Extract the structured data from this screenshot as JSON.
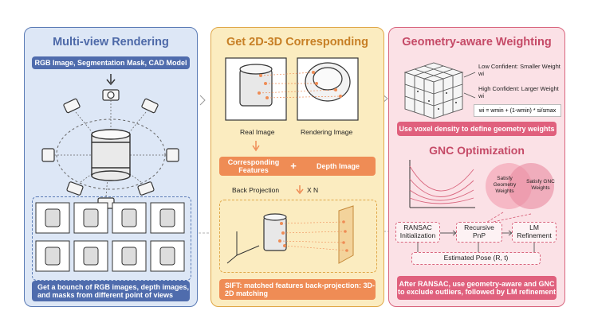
{
  "panel1": {
    "title": "Multi-view Rendering",
    "inputs_label": "RGB Image, Segmentation Mask, CAD Model",
    "footer": "Get a bounch of RGB images, depth images, and masks from different point of views"
  },
  "panel2": {
    "title": "Get 2D-3D Corresponding",
    "real_image": "Real Image",
    "rendering_image": "Rendering Image",
    "corresponding_features": "Corresponding Features",
    "plus": "+",
    "depth_image": "Depth Image",
    "back_projection": "Back Projection",
    "times_n": "X N",
    "footer": "SIFT: matched features back-projection: 3D-2D matching"
  },
  "panel3": {
    "title": "Geometry-aware Weighting",
    "low_confident": "Low Confident: Smaller Weight wi",
    "high_confident": "High Confident: Larger Weight wi",
    "formula": "wi = wmin + (1-wmin) * si/smax",
    "voxel_note": "Use voxel density to define geometry weights",
    "gnc_title": "GNC Optimization",
    "venn_geometry": "Satisfy Geometry Weights",
    "venn_gnc": "Satisfy GNC Weights",
    "ransac": "RANSAC Initialization",
    "pnp": "Recursive PnP",
    "lm": "LM Refinement",
    "pose": "Estimated Pose (R, t)",
    "footer": "After RANSAC, use geometry-aware and GNC to exclude outliers, followed by LM refinement"
  },
  "colors": {
    "blue_panel": "#dde7f6",
    "blue_accent": "#4f6cad",
    "orange_panel": "#fbecc0",
    "orange_accent": "#ef8c55",
    "pink_panel": "#fbe1e6",
    "pink_accent": "#e0607d"
  }
}
